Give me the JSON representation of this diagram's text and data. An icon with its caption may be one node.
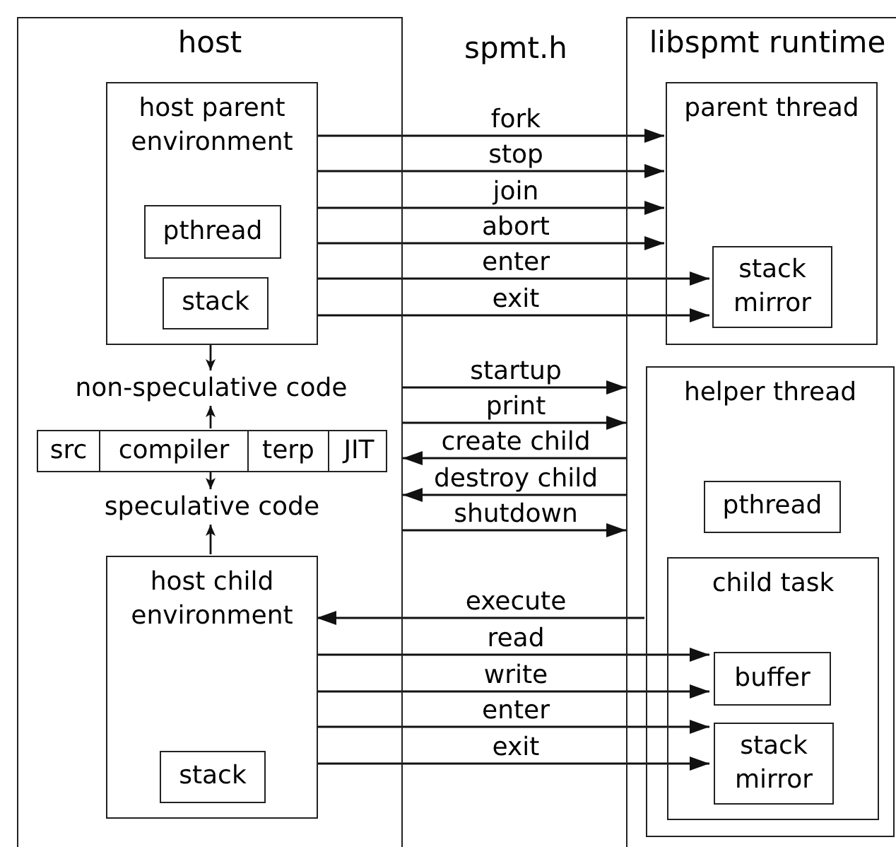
{
  "diagram": {
    "nodes": [
      {
        "text": [
          "host"
        ]
      },
      {
        "text": [
          "host parent environment"
        ],
        "in": 0
      },
      {
        "text": [
          "pthread"
        ],
        "in": 1
      },
      {
        "text": [
          "stack"
        ],
        "in": 1
      },
      {
        "text": [
          "non-speculative code"
        ],
        "in": 0
      },
      {
        "text": [
          "src",
          "compiler",
          "terp",
          "JIT"
        ],
        "in": 0
      },
      {
        "text": [
          "speculative code"
        ],
        "in": 0
      },
      {
        "text": [
          "host child environment"
        ],
        "in": 0
      },
      {
        "text": [
          "stack"
        ],
        "in": 7
      },
      {
        "text": [
          "libspmt runtime"
        ]
      },
      {
        "text": [
          "parent thread"
        ],
        "in": 9
      },
      {
        "text": [
          "stack mirror"
        ],
        "in": 10
      },
      {
        "text": [
          "helper thread"
        ],
        "in": 9
      },
      {
        "text": [
          "pthread"
        ],
        "in": 12
      },
      {
        "text": [
          "child task"
        ],
        "in": 12
      },
      {
        "text": [
          "buffer"
        ],
        "in": 14
      },
      {
        "text": [
          "stack mirror"
        ],
        "in": 14
      }
    ],
    "edges": [
      {
        "from": 1,
        "to": 10,
        "arrow": "to",
        "label": "fork"
      },
      {
        "from": 1,
        "to": 10,
        "arrow": "to",
        "label": "stop"
      },
      {
        "from": 1,
        "to": 10,
        "arrow": "to",
        "label": "join"
      },
      {
        "from": 1,
        "to": 10,
        "arrow": "to",
        "label": "abort"
      },
      {
        "from": 1,
        "to": 11,
        "arrow": "to",
        "label": "enter"
      },
      {
        "from": 1,
        "to": 11,
        "arrow": "to",
        "label": "exit"
      },
      {
        "from": 0,
        "to": 9,
        "arrow": "to",
        "label": "startup"
      },
      {
        "from": 0,
        "to": 9,
        "arrow": "to",
        "label": "print"
      },
      {
        "from": 9,
        "to": 0,
        "arrow": "to",
        "label": "create child"
      },
      {
        "from": 9,
        "to": 0,
        "arrow": "to",
        "label": "destroy child"
      },
      {
        "from": 0,
        "to": 9,
        "arrow": "to",
        "label": "shutdown"
      },
      {
        "from": 12,
        "to": 7,
        "arrow": "to",
        "label": "execute"
      },
      {
        "from": 7,
        "to": 15,
        "arrow": "to",
        "label": "read"
      },
      {
        "from": 7,
        "to": 15,
        "arrow": "to",
        "label": "write"
      },
      {
        "from": 7,
        "to": 16,
        "arrow": "to",
        "label": "enter"
      },
      {
        "from": 7,
        "to": 16,
        "arrow": "to",
        "label": "exit"
      },
      {
        "from": 1,
        "to": 4,
        "arrow": "to"
      },
      {
        "from": 5,
        "to": 4,
        "arrow": "to"
      },
      {
        "from": 5,
        "to": 6,
        "arrow": "to"
      },
      {
        "from": 7,
        "to": 6,
        "arrow": "to"
      }
    ],
    "labels": [
      "spmt.h"
    ]
  }
}
